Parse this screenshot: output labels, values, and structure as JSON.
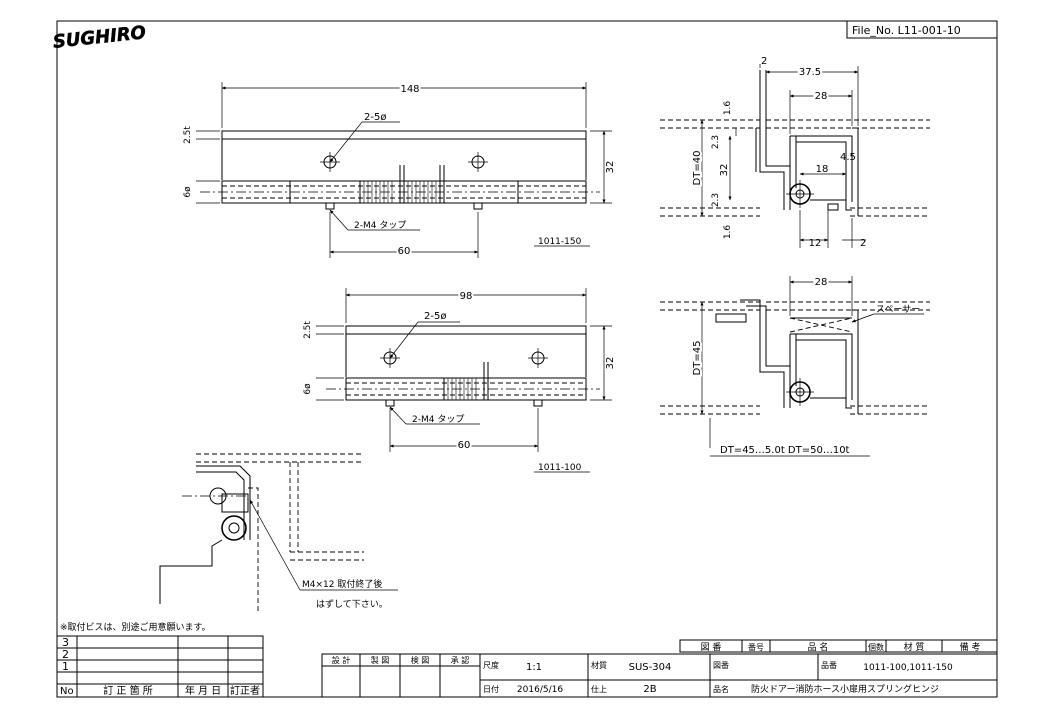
{
  "title_block": {
    "file_no": "File_No. L11-001-10",
    "logo": "SUGHIRO",
    "note": "※取付ビスは、別途ご用意願います。",
    "revisions": {
      "rows": [
        "3",
        "2",
        "1"
      ],
      "header": [
        "No",
        "訂 正 箇 所",
        "年 月 日",
        "訂正者"
      ]
    },
    "parts_header": [
      "図 番",
      "番号",
      "品 名",
      "個数",
      "材 質",
      "備 考"
    ],
    "approval": [
      "設 計",
      "製 図",
      "検 図",
      "承 認"
    ],
    "scale_label": "尺度",
    "scale": "1:1",
    "material_label": "材質",
    "material": "SUS-304",
    "date_label": "日付",
    "date": "2016/5/16",
    "finish_label": "仕上",
    "finish": "2B",
    "drawing_no_label": "図番",
    "part_no_label": "品番",
    "part_no": "1011-100,1011-150",
    "name_label": "品名",
    "name": "防火ドアー消防ホース小扉用スプリングヒンジ"
  },
  "drawings": {
    "top_left": {
      "dims": {
        "length": "148",
        "thickness": "2.5t",
        "dia": "6ø",
        "height": "32",
        "pitch": "60"
      },
      "hole": "2-5ø",
      "tap": "2-M4 タップ",
      "model": "1011-150"
    },
    "mid_left": {
      "dims": {
        "length": "98",
        "thickness": "2.5t",
        "dia": "6ø",
        "height": "32",
        "pitch": "60"
      },
      "hole": "2-5ø",
      "tap": "2-M4 タップ",
      "model": "1011-100"
    },
    "top_right": {
      "dims": {
        "d2": "2",
        "d37": "37.5",
        "d28": "28",
        "d16a": "1.6",
        "d23a": "2.3",
        "dt": "DT=40",
        "d32": "32",
        "d23b": "2.3",
        "d16b": "1.6",
        "d18": "18",
        "d45": "4.5",
        "d12": "12",
        "d2b": "2"
      }
    },
    "mid_right": {
      "dims": {
        "d28": "28",
        "dt": "DT=45"
      },
      "spacer": "スペーサー",
      "note": "DT=45…5.0t  DT=50…10t"
    },
    "bottom_left": {
      "screw": "M4×12  取付終了後",
      "screw2": "はずして下さい。"
    }
  }
}
